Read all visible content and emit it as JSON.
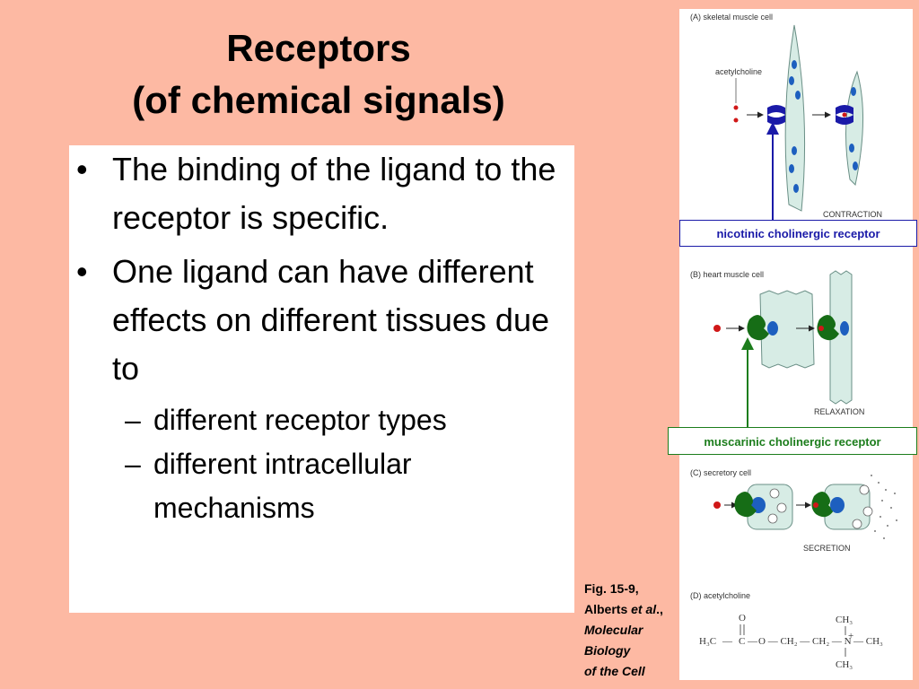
{
  "slide": {
    "title_line1": "Receptors",
    "title_line2": "(of chemical signals)"
  },
  "bullets": [
    {
      "marker": "•",
      "text": "The binding of the ligand to the receptor is specific."
    },
    {
      "marker": "•",
      "text": "One ligand can have different effects on different tissues due to",
      "subitems": [
        {
          "marker": "–",
          "text": "different receptor types"
        },
        {
          "marker": "–",
          "text": "different intracellular mechanisms"
        }
      ]
    }
  ],
  "citation": {
    "line1": "Fig. 15-9,",
    "line2_pre": "Alberts ",
    "line2_it": "et al",
    "line2_post": ".,",
    "line3": "Molecular",
    "line4": "Biology",
    "line5": "of the Cell"
  },
  "figure": {
    "panel_a_label": "(A) skeletal muscle cell",
    "acetylcholine_label": "acetylcholine",
    "contraction_label": "CONTRACTION",
    "panel_b_label": "(B) heart muscle cell",
    "relaxation_label": "RELAXATION",
    "panel_c_label": "(C) secretory cell",
    "secretion_label": "SECRETION",
    "panel_d_label": "(D) acetylcholine",
    "chem_h3c": "H₃C",
    "chem_c": "C",
    "chem_o_top": "O",
    "chem_chain": "O — CH₂ — CH₂ — N",
    "chem_plus": "+",
    "chem_ch3_top": "CH₃",
    "chem_ch3_right": "— CH₃",
    "chem_ch3_bottom": "CH₃",
    "nicotinic_callout": "nicotinic  cholinergic receptor",
    "muscarinic_callout": "muscarinic cholinergic receptor"
  },
  "colors": {
    "background": "#fdb9a3",
    "nicotinic_blue": "#1a1aa8",
    "muscarinic_green": "#1c7d1c",
    "cell_fill": "#d7ece5",
    "ligand_red": "#d01818"
  }
}
